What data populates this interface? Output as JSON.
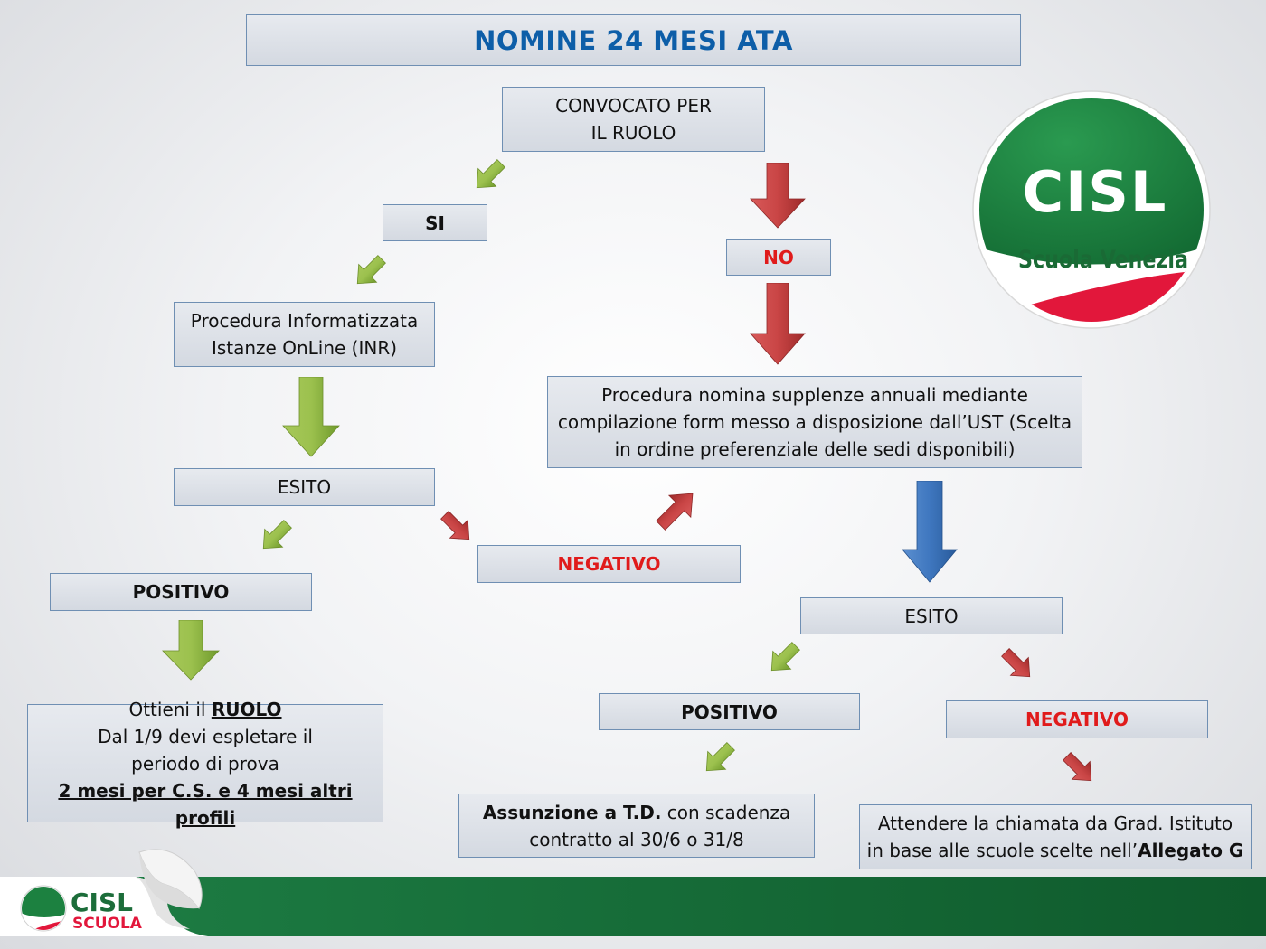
{
  "title": "NOMINE 24 MESI ATA",
  "nodes": {
    "convocato": [
      "CONVOCATO PER",
      "IL RUOLO"
    ],
    "si": "SI",
    "no": "NO",
    "procedura_inr": [
      "Procedura Informatizzata",
      "Istanze OnLine (INR)"
    ],
    "esito_left": "ESITO",
    "positivo_left": "POSITIVO",
    "negativo_mid": "NEGATIVO",
    "procedura_supplenze": [
      "Procedura nomina supplenze annuali mediante",
      "compilazione form messo a disposizione dall’UST (Scelta",
      "in ordine preferenziale delle sedi disponibili)"
    ],
    "esito_right": "ESITO",
    "positivo_right": "POSITIVO",
    "negativo_right": "NEGATIVO",
    "ruolo": {
      "line1_pre": "Ottieni il ",
      "line1_bold": "RUOLO",
      "line2": "Dal 1/9 devi espletare il",
      "line3": "periodo di prova",
      "line4": "2 mesi per C.S. e 4 mesi altri profili"
    },
    "assunzione": {
      "bold": "Assunzione a T.D.",
      "rest": " con scadenza",
      "line2": "contratto al 30/6 o 31/8"
    },
    "attendere": {
      "line1": "Attendere la chiamata da Grad. Istituto",
      "line2_pre": "in base alle scuole scelte nell’",
      "line2_bold": "Allegato G"
    }
  },
  "logo_main": {
    "brand": "CISL",
    "sub": "Scuola Venezia"
  },
  "logo_footer": {
    "brand": "CISL",
    "sub": "SCUOLA"
  },
  "colors": {
    "title_blue": "#0d5ea8",
    "negative_red": "#e01b1b",
    "arrow_green": "#8ab43a",
    "arrow_red": "#c23a3a",
    "arrow_blue": "#2d6bb5",
    "brand_green": "#1a7f3c",
    "footer_green": "#15703a"
  }
}
